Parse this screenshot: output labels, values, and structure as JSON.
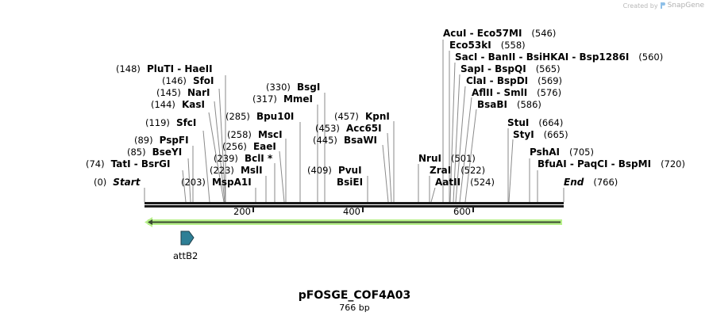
{
  "credit": {
    "prefix": "Created by",
    "brand": "SnapGene"
  },
  "map": {
    "name": "pFOSGE_COF4A03",
    "length_label": "766 bp",
    "length": 766,
    "ruler": {
      "ticks": [
        {
          "value": 200,
          "label": "200"
        },
        {
          "value": 400,
          "label": "400"
        },
        {
          "value": 600,
          "label": "600"
        }
      ]
    },
    "feature": {
      "name": "attB2",
      "color": "#2e7f96",
      "direction": "forward"
    },
    "orf": {
      "color": "#b7f08a",
      "direction": "reverse"
    }
  },
  "sites_left": [
    {
      "pos": "(148)",
      "names": "PluTI  - HaeII"
    },
    {
      "pos": "(146)",
      "names": "SfoI"
    },
    {
      "pos": "(145)",
      "names": "NarI"
    },
    {
      "pos": "(144)",
      "names": "KasI"
    },
    {
      "pos": "(119)",
      "names": "SfcI"
    },
    {
      "pos": "(89)",
      "names": "PspFI"
    },
    {
      "pos": "(85)",
      "names": "BseYI"
    },
    {
      "pos": "(74)",
      "names": "TatI  - BsrGI"
    },
    {
      "pos": "(0)",
      "names": "Start"
    },
    {
      "pos": "(330)",
      "names": "BsgI"
    },
    {
      "pos": "(317)",
      "names": "MmeI"
    },
    {
      "pos": "(285)",
      "names": "Bpu10I"
    },
    {
      "pos": "(258)",
      "names": "MscI"
    },
    {
      "pos": "(256)",
      "names": "EaeI"
    },
    {
      "pos": "(239)",
      "names": "BclI *"
    },
    {
      "pos": "(223)",
      "names": "MslI"
    },
    {
      "pos": "(203)",
      "names": "MspA1I"
    },
    {
      "pos": "(457)",
      "names": "KpnI"
    },
    {
      "pos": "(453)",
      "names": "Acc65I"
    },
    {
      "pos": "(445)",
      "names": "BsaWI"
    },
    {
      "pos": "(409)",
      "names": "PvuI"
    },
    {
      "pos": "",
      "names": "BsiEI"
    }
  ],
  "sites_right": [
    {
      "pos": "(546)",
      "names": "AcuI  - Eco57MI"
    },
    {
      "pos": "(558)",
      "names": "Eco53kI"
    },
    {
      "pos": "(560)",
      "names": "SacI  - BanII  - BsiHKAI  - Bsp1286I"
    },
    {
      "pos": "(565)",
      "names": "SapI  - BspQI"
    },
    {
      "pos": "(569)",
      "names": "ClaI  - BspDI"
    },
    {
      "pos": "(576)",
      "names": "AflII  - SmlI"
    },
    {
      "pos": "(586)",
      "names": "BsaBI"
    },
    {
      "pos": "(501)",
      "names": "NruI"
    },
    {
      "pos": "(522)",
      "names": "ZraI"
    },
    {
      "pos": "(524)",
      "names": "AatII"
    },
    {
      "pos": "(664)",
      "names": "StuI"
    },
    {
      "pos": "(665)",
      "names": "StyI"
    },
    {
      "pos": "(705)",
      "names": "PshAI"
    },
    {
      "pos": "(720)",
      "names": "BfuAI  - PaqCI  - BspMI"
    },
    {
      "pos": "(766)",
      "names": "End"
    }
  ]
}
